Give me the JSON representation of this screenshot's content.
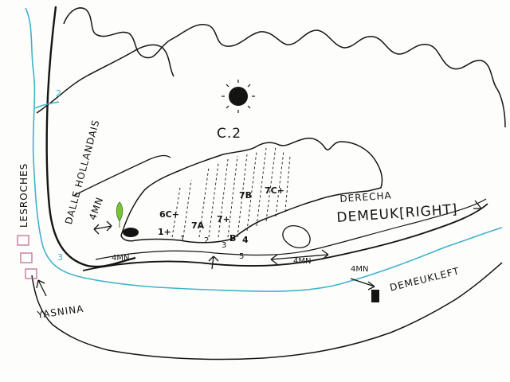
{
  "sector": {
    "title": "C.2"
  },
  "areas": {
    "les_roches": "LESROCHES",
    "dalle_hollandais": "DALLE HOLLANDAIS",
    "yasnina": "YASNINA",
    "derecha": "DERECHA",
    "demeuk_right": "DEMEUK[RIGHT]",
    "demeuk_left": "DEMEUKLEFT"
  },
  "approach_times": {
    "walk_a": "4MN",
    "walk_b": "4MN",
    "walk_c": "4MN",
    "walk_d": "4MN"
  },
  "waypoints": {
    "p2": "2",
    "p3": "3"
  },
  "grades": {
    "g1": "6C+",
    "g2": "1+",
    "g3": "7A",
    "g4": "7+",
    "g5": "7B",
    "g6": "7C+",
    "g7": "B",
    "g8": "4",
    "g9": "1",
    "g10": "2",
    "g11": "3",
    "g12": "5"
  },
  "colors": {
    "ink": "#141414",
    "river": "#3fb3c9",
    "tree": "#7cc23a",
    "parking": "#c0709a"
  }
}
